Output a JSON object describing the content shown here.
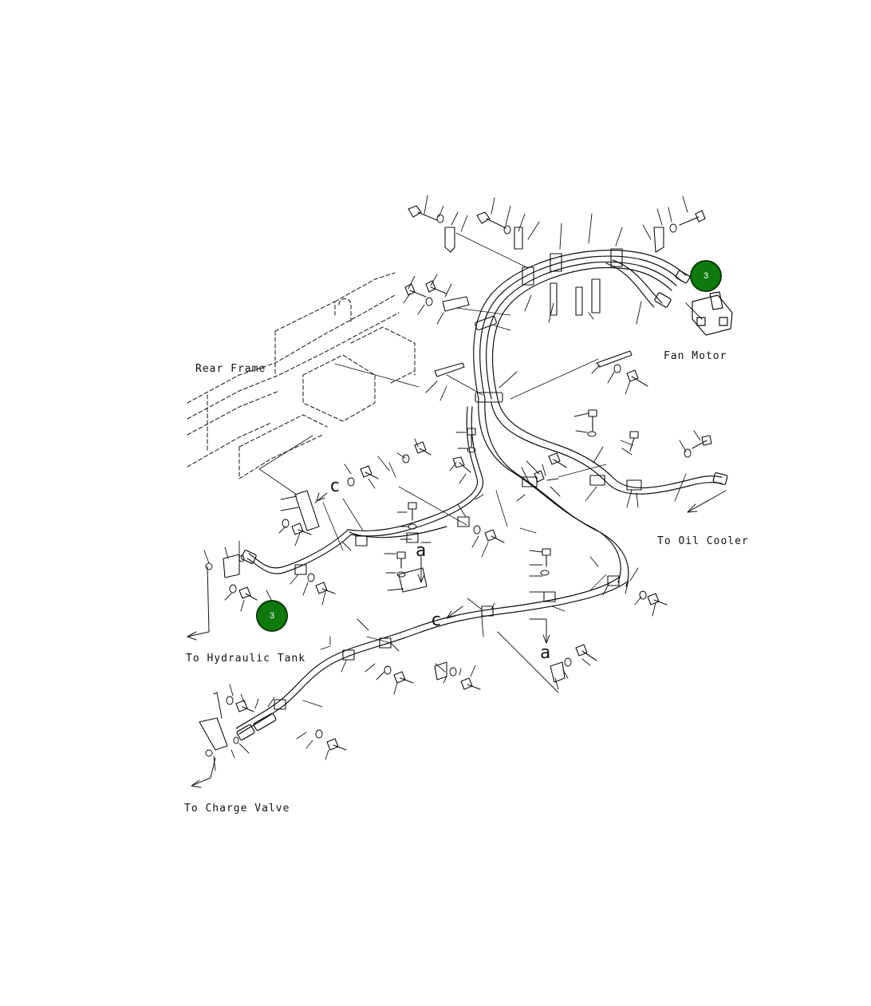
{
  "labels": {
    "rear_frame": "Rear Frame",
    "fan_motor": "Fan Motor",
    "to_oil_cooler": "To Oil Cooler",
    "to_hydraulic_tank": "To Hydraulic Tank",
    "to_charge_valve": "To Charge Valve"
  },
  "letters": {
    "c_upper": "c",
    "a_upper": "a",
    "c_lower": "c",
    "a_lower": "a"
  },
  "callouts": {
    "fan_motor_callout": "3",
    "hydraulic_tank_callout": "3"
  },
  "colors": {
    "callout_fill": "#0e7a0e",
    "line": "#111111"
  }
}
